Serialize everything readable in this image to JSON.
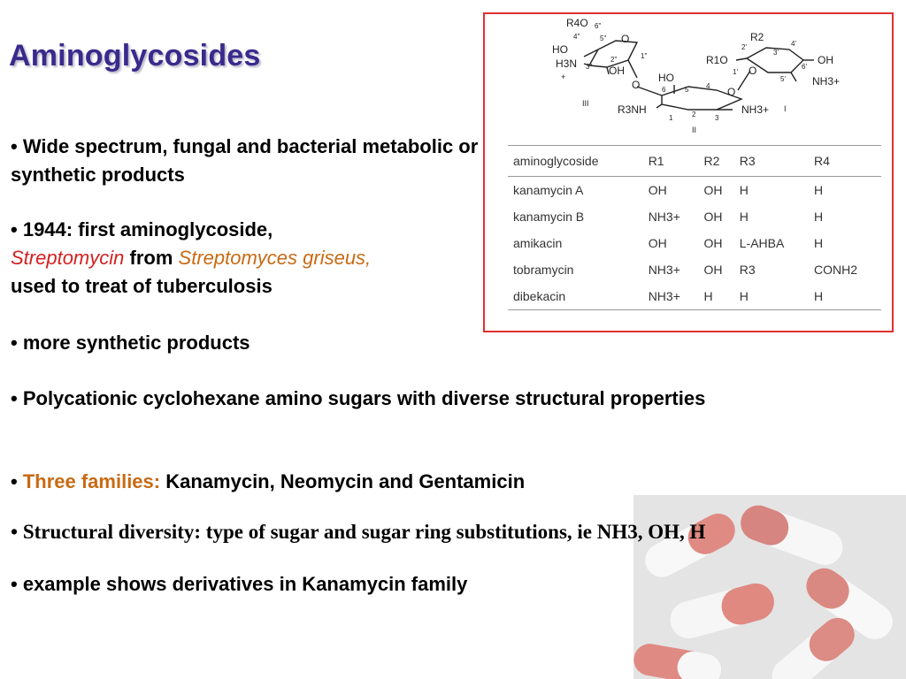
{
  "slide": {
    "title": "Aminoglycosides",
    "bullets": {
      "b1": {
        "marker": "•",
        "text": "Wide spectrum, fungal and bacterial metabolic or synthetic products"
      },
      "b2": {
        "marker": "•",
        "part1": "1944: first aminoglycoside,",
        "species": "Streptomycin",
        "from": "from",
        "organism": "Streptomyces griseus,",
        "part2": "used to treat of tuberculosis"
      },
      "b3": {
        "marker": "•",
        "text": "more synthetic products"
      },
      "b4": {
        "marker": "•",
        "text": "Polycationic cyclohexane amino sugars with diverse structural properties"
      },
      "b5": {
        "marker": "•",
        "highlight": "Three families:",
        "text": "Kanamycin, Neomycin and Gentamicin"
      },
      "b6": {
        "marker": "•",
        "text": "Structural diversity: type of sugar and sugar ring substitutions, ie NH3, OH, H"
      },
      "b7": {
        "marker": "•",
        "text": "example shows derivatives in Kanamycin family"
      }
    },
    "colors": {
      "title": "#3a2a8c",
      "italic_red": "#d42020",
      "orange": "#c86a14",
      "panel_border": "#e03030"
    }
  },
  "structure": {
    "labels": {
      "r4o": "R4O",
      "ho_left": "HO",
      "h3n": "H3N",
      "plus": "+",
      "oh_ring3": "OH",
      "ring3": "III",
      "c4pp": "4\"",
      "c6pp": "6\"",
      "c5pp": "5\"",
      "c3pp": "3\"",
      "c2pp": "2\"",
      "c1pp": "1\"",
      "o_ring3": "O",
      "o_link1": "O",
      "ho_ring2": "HO",
      "c6": "6",
      "c5": "5",
      "c4": "4",
      "o_link2": "O",
      "r3nh": "R3NH",
      "nh3_ring2": "NH3+",
      "c1": "1",
      "c2": "2",
      "c3": "3",
      "ring2": "II",
      "r2": "R2",
      "r1o": "R1O",
      "c2p": "2'",
      "c3p": "3'",
      "c4p": "4'",
      "c6p": "6'",
      "c1p": "1'",
      "c5p": "5'",
      "o_ring1": "O",
      "oh_ring1": "OH",
      "nh3_ring1": "NH3+",
      "ring1": "I"
    }
  },
  "table": {
    "headers": [
      "aminoglycoside",
      "R1",
      "R2",
      "R3",
      "R4"
    ],
    "rows": [
      [
        "kanamycin A",
        "OH",
        "OH",
        "H",
        "H"
      ],
      [
        "kanamycin B",
        "NH3+",
        "OH",
        "H",
        "H"
      ],
      [
        "amikacin",
        "OH",
        "OH",
        "L-AHBA",
        "H"
      ],
      [
        "tobramycin",
        "NH3+",
        "OH",
        "R3",
        "CONH2"
      ],
      [
        "dibekacin",
        "NH3+",
        "H",
        "H",
        "H"
      ]
    ]
  }
}
